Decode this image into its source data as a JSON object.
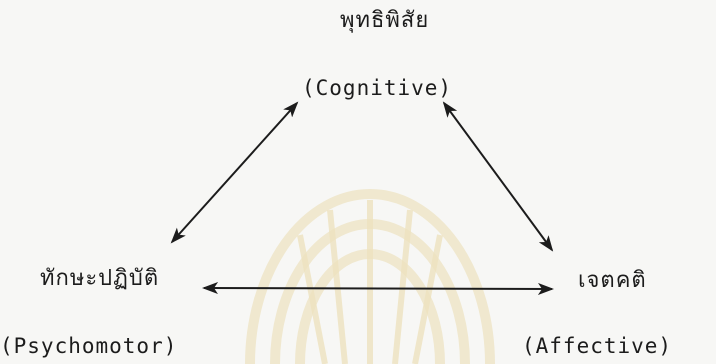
{
  "nodes": {
    "cognitive": {
      "thai": "พุทธิพิสัย",
      "english": "(Cognitive)"
    },
    "psychomotor": {
      "thai": "ทักษะปฏิบัติ",
      "english": "(Psychomotor)"
    },
    "affective": {
      "thai": "เจตคติ",
      "english": "(Affective)"
    }
  },
  "edges": [
    {
      "from": "psychomotor",
      "to": "cognitive",
      "direction": "bidirectional"
    },
    {
      "from": "cognitive",
      "to": "affective",
      "direction": "bidirectional"
    },
    {
      "from": "psychomotor",
      "to": "affective",
      "direction": "bidirectional"
    }
  ],
  "colors": {
    "ink": "#1c1c1c",
    "background": "#f7f7f5",
    "watermark": "#efe6c9"
  }
}
